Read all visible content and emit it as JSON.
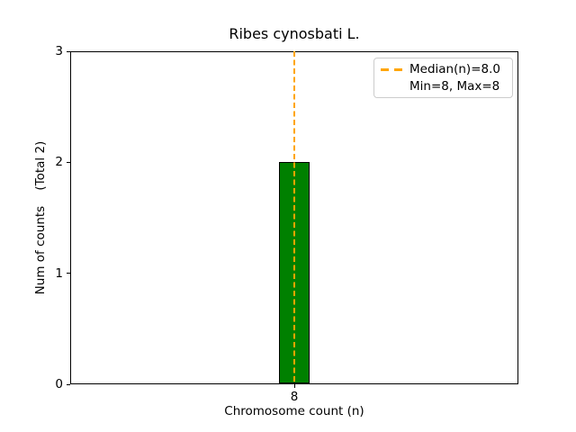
{
  "chart_data": {
    "type": "bar",
    "title": "Ribes cynosbati L.",
    "xlabel": "Chromosome count (n)",
    "ylabel": "Num of counts    (Total 2)",
    "categories": [
      8
    ],
    "values": [
      2
    ],
    "xtick_labels": [
      "8"
    ],
    "yticks": [
      0,
      1,
      2,
      3
    ],
    "xlim": [
      2,
      14
    ],
    "ylim": [
      0,
      3
    ],
    "bar_width_data_units": 0.8,
    "bar_color": "#008000",
    "bar_edge_color": "#000000",
    "grid": false,
    "background_color": "#ffffff",
    "median_line": {
      "x": 8.0,
      "color": "#ffa500",
      "style": "dashed"
    },
    "legend": {
      "position": "upper right",
      "entries": [
        {
          "handle": "dashed-line",
          "handle_color": "#ffa500",
          "label": "Median(n)=8.0"
        },
        {
          "handle": "none",
          "handle_color": "",
          "label": "Min=8, Max=8"
        }
      ]
    }
  }
}
